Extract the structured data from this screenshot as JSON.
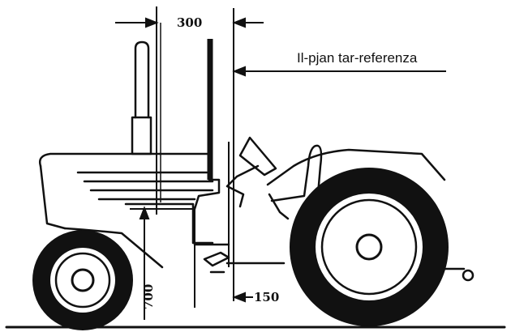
{
  "diagram": {
    "reference_plane_label": "Il-pjan tar-referenza",
    "dimension_top": "300",
    "dimension_vertical": "700",
    "dimension_bottom": "150"
  },
  "colors": {
    "ink": "#111111",
    "background": "#ffffff"
  },
  "icons": {
    "tractor": "tractor-side-view-drawing"
  }
}
